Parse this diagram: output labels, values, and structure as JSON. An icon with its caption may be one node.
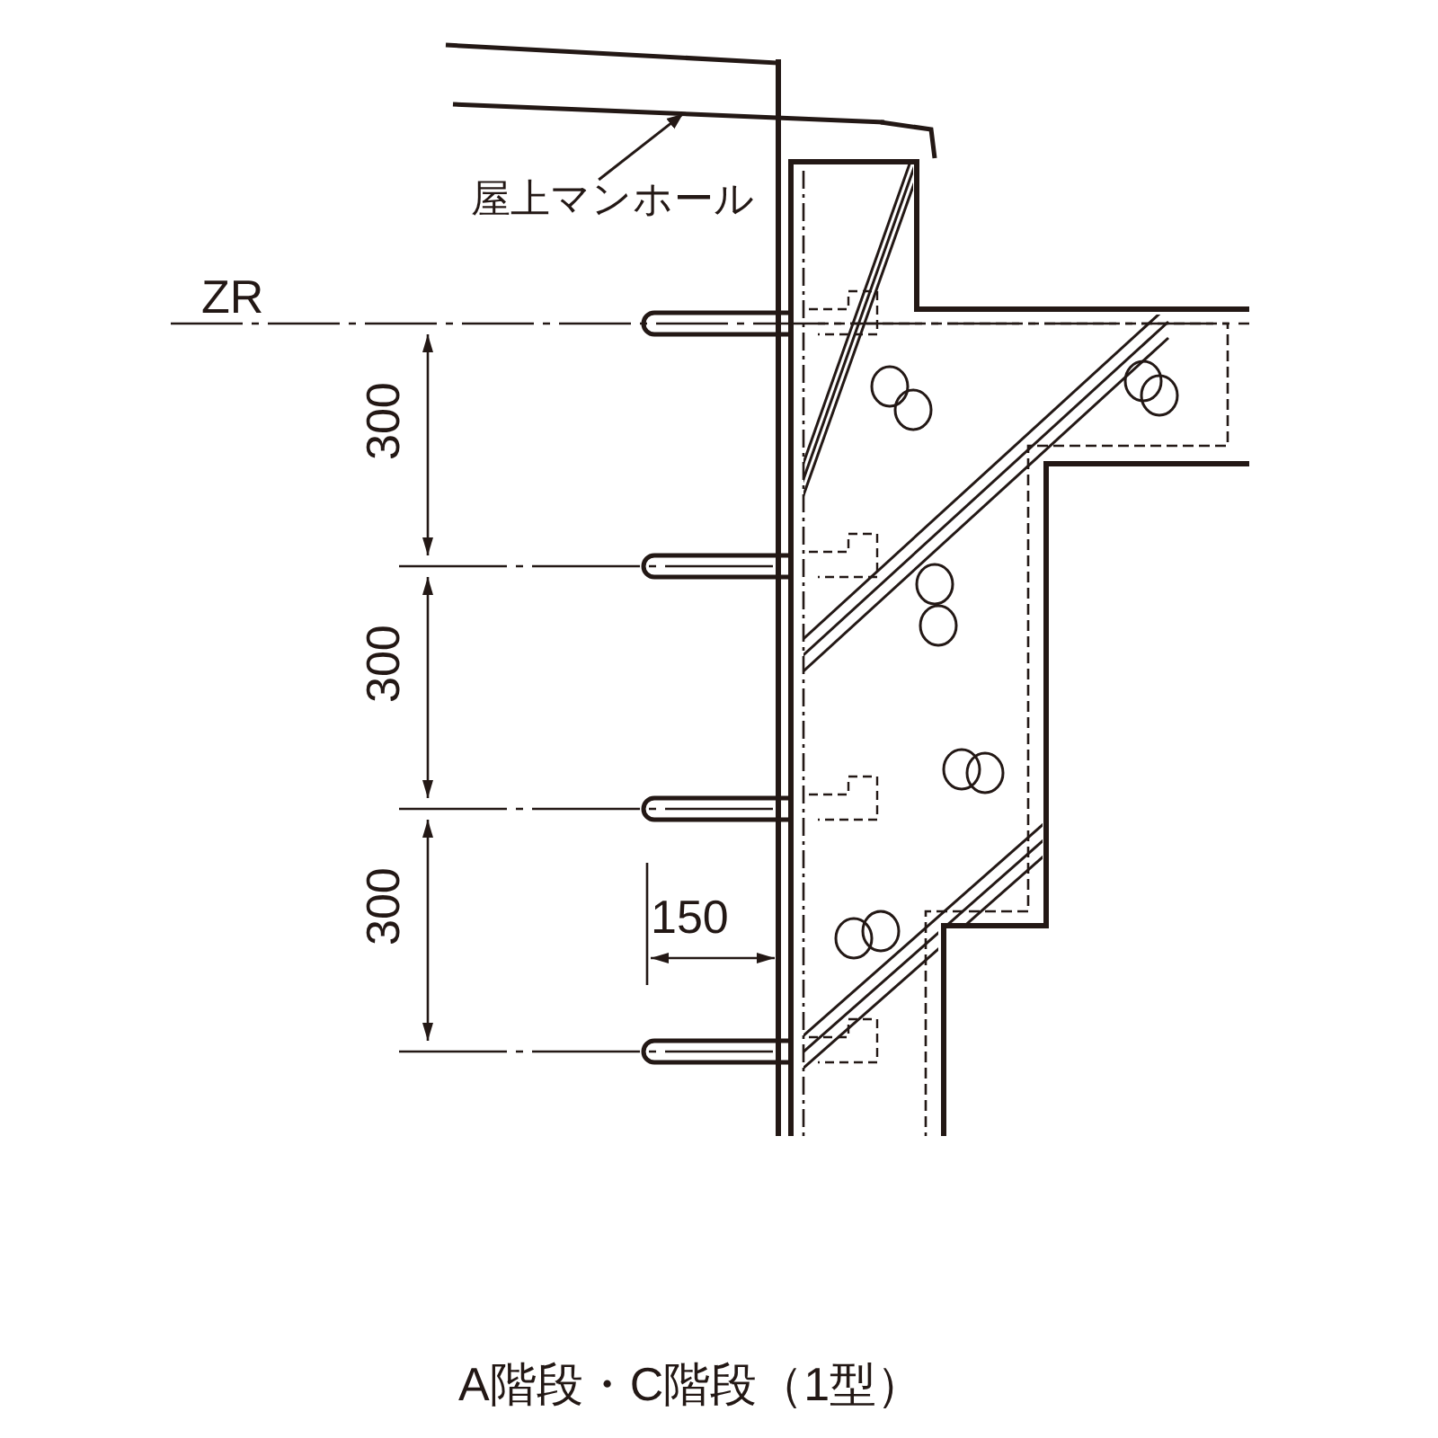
{
  "diagram": {
    "caption": "A階段・C階段（1型）",
    "nodes": [
      {
        "text": [
          "屋上マンホール"
        ]
      },
      {
        "text": [],
        "shape": "picture"
      }
    ],
    "edges": [
      {
        "from": 0,
        "to": 1,
        "arrow": "to"
      }
    ],
    "labels": [
      "ZR",
      "300",
      "300",
      "300",
      "150"
    ]
  }
}
